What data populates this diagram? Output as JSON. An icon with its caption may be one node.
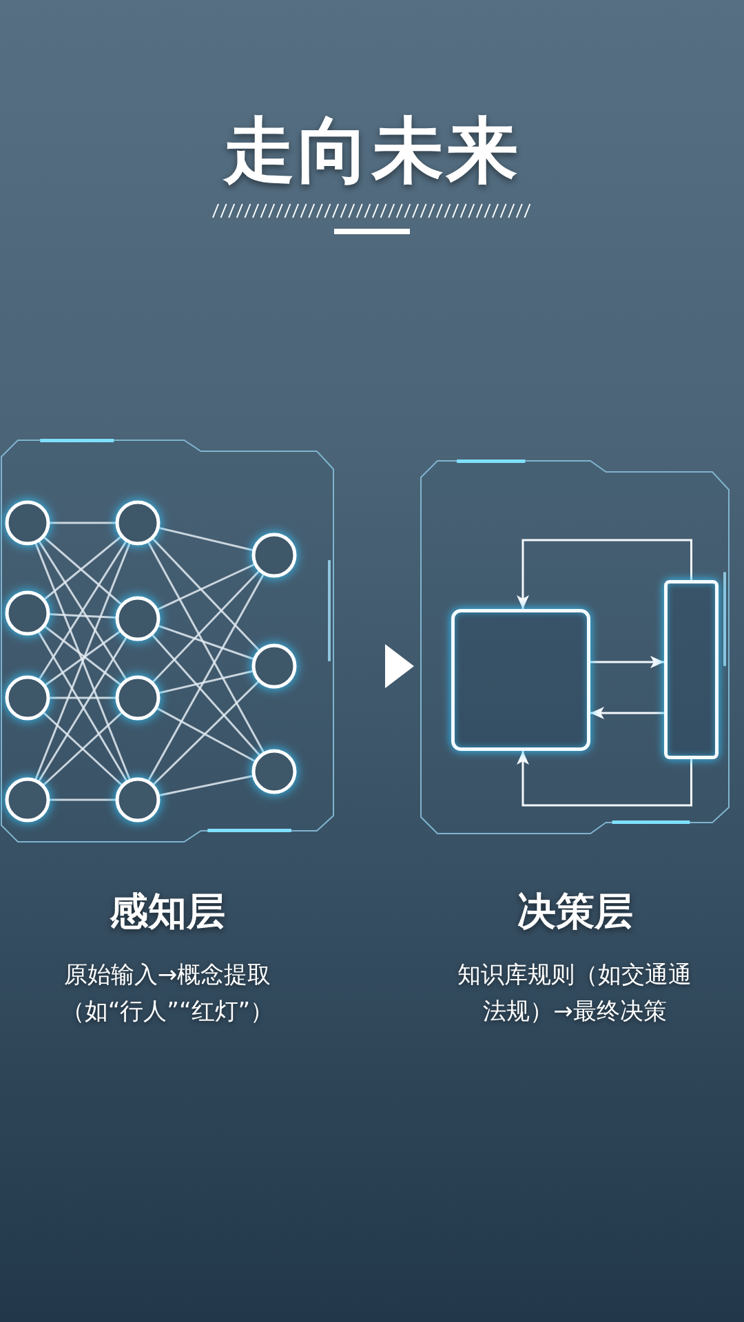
{
  "diagram": {
    "title": "走向未来",
    "nodes": [
      {
        "text": [
          "感知层",
          "原始输入→概念提取（如“行人”“红灯”）"
        ]
      },
      {
        "text": [
          "决策层",
          "知识库规则（如交通通法规）→最终决策"
        ]
      },
      {
        "text": [],
        "shape": "box",
        "in": 1
      },
      {
        "text": [],
        "shape": "bar",
        "in": 1
      }
    ],
    "edges": [
      {
        "from": 0,
        "to": 1,
        "arrow": "to",
        "style": "thick"
      },
      {
        "from": 2,
        "to": 3,
        "arrow": "to"
      },
      {
        "from": 3,
        "to": 2,
        "arrow": "to"
      },
      {
        "from": 3,
        "to": 2,
        "arrow": "to"
      },
      {
        "from": 3,
        "to": 2,
        "arrow": "to"
      }
    ]
  }
}
